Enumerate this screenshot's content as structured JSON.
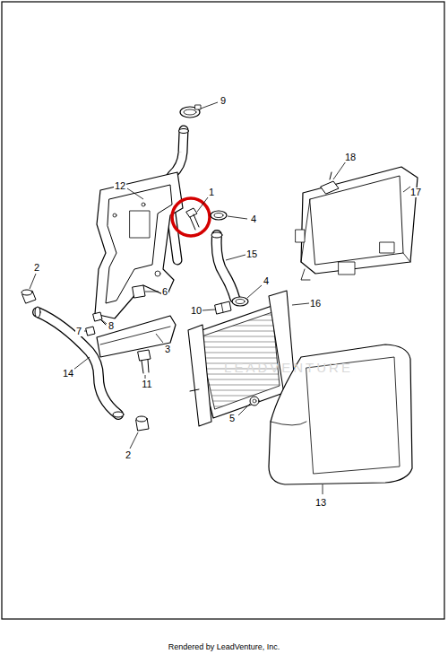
{
  "diagram": {
    "caption": "Rendered by LeadVenture, Inc.",
    "labels": [
      "9",
      "1",
      "12",
      "4",
      "18",
      "17",
      "2",
      "15",
      "6",
      "4",
      "16",
      "10",
      "7",
      "8",
      "3",
      "14",
      "11",
      "5",
      "2",
      "13",
      "LEADVENTURE"
    ]
  }
}
